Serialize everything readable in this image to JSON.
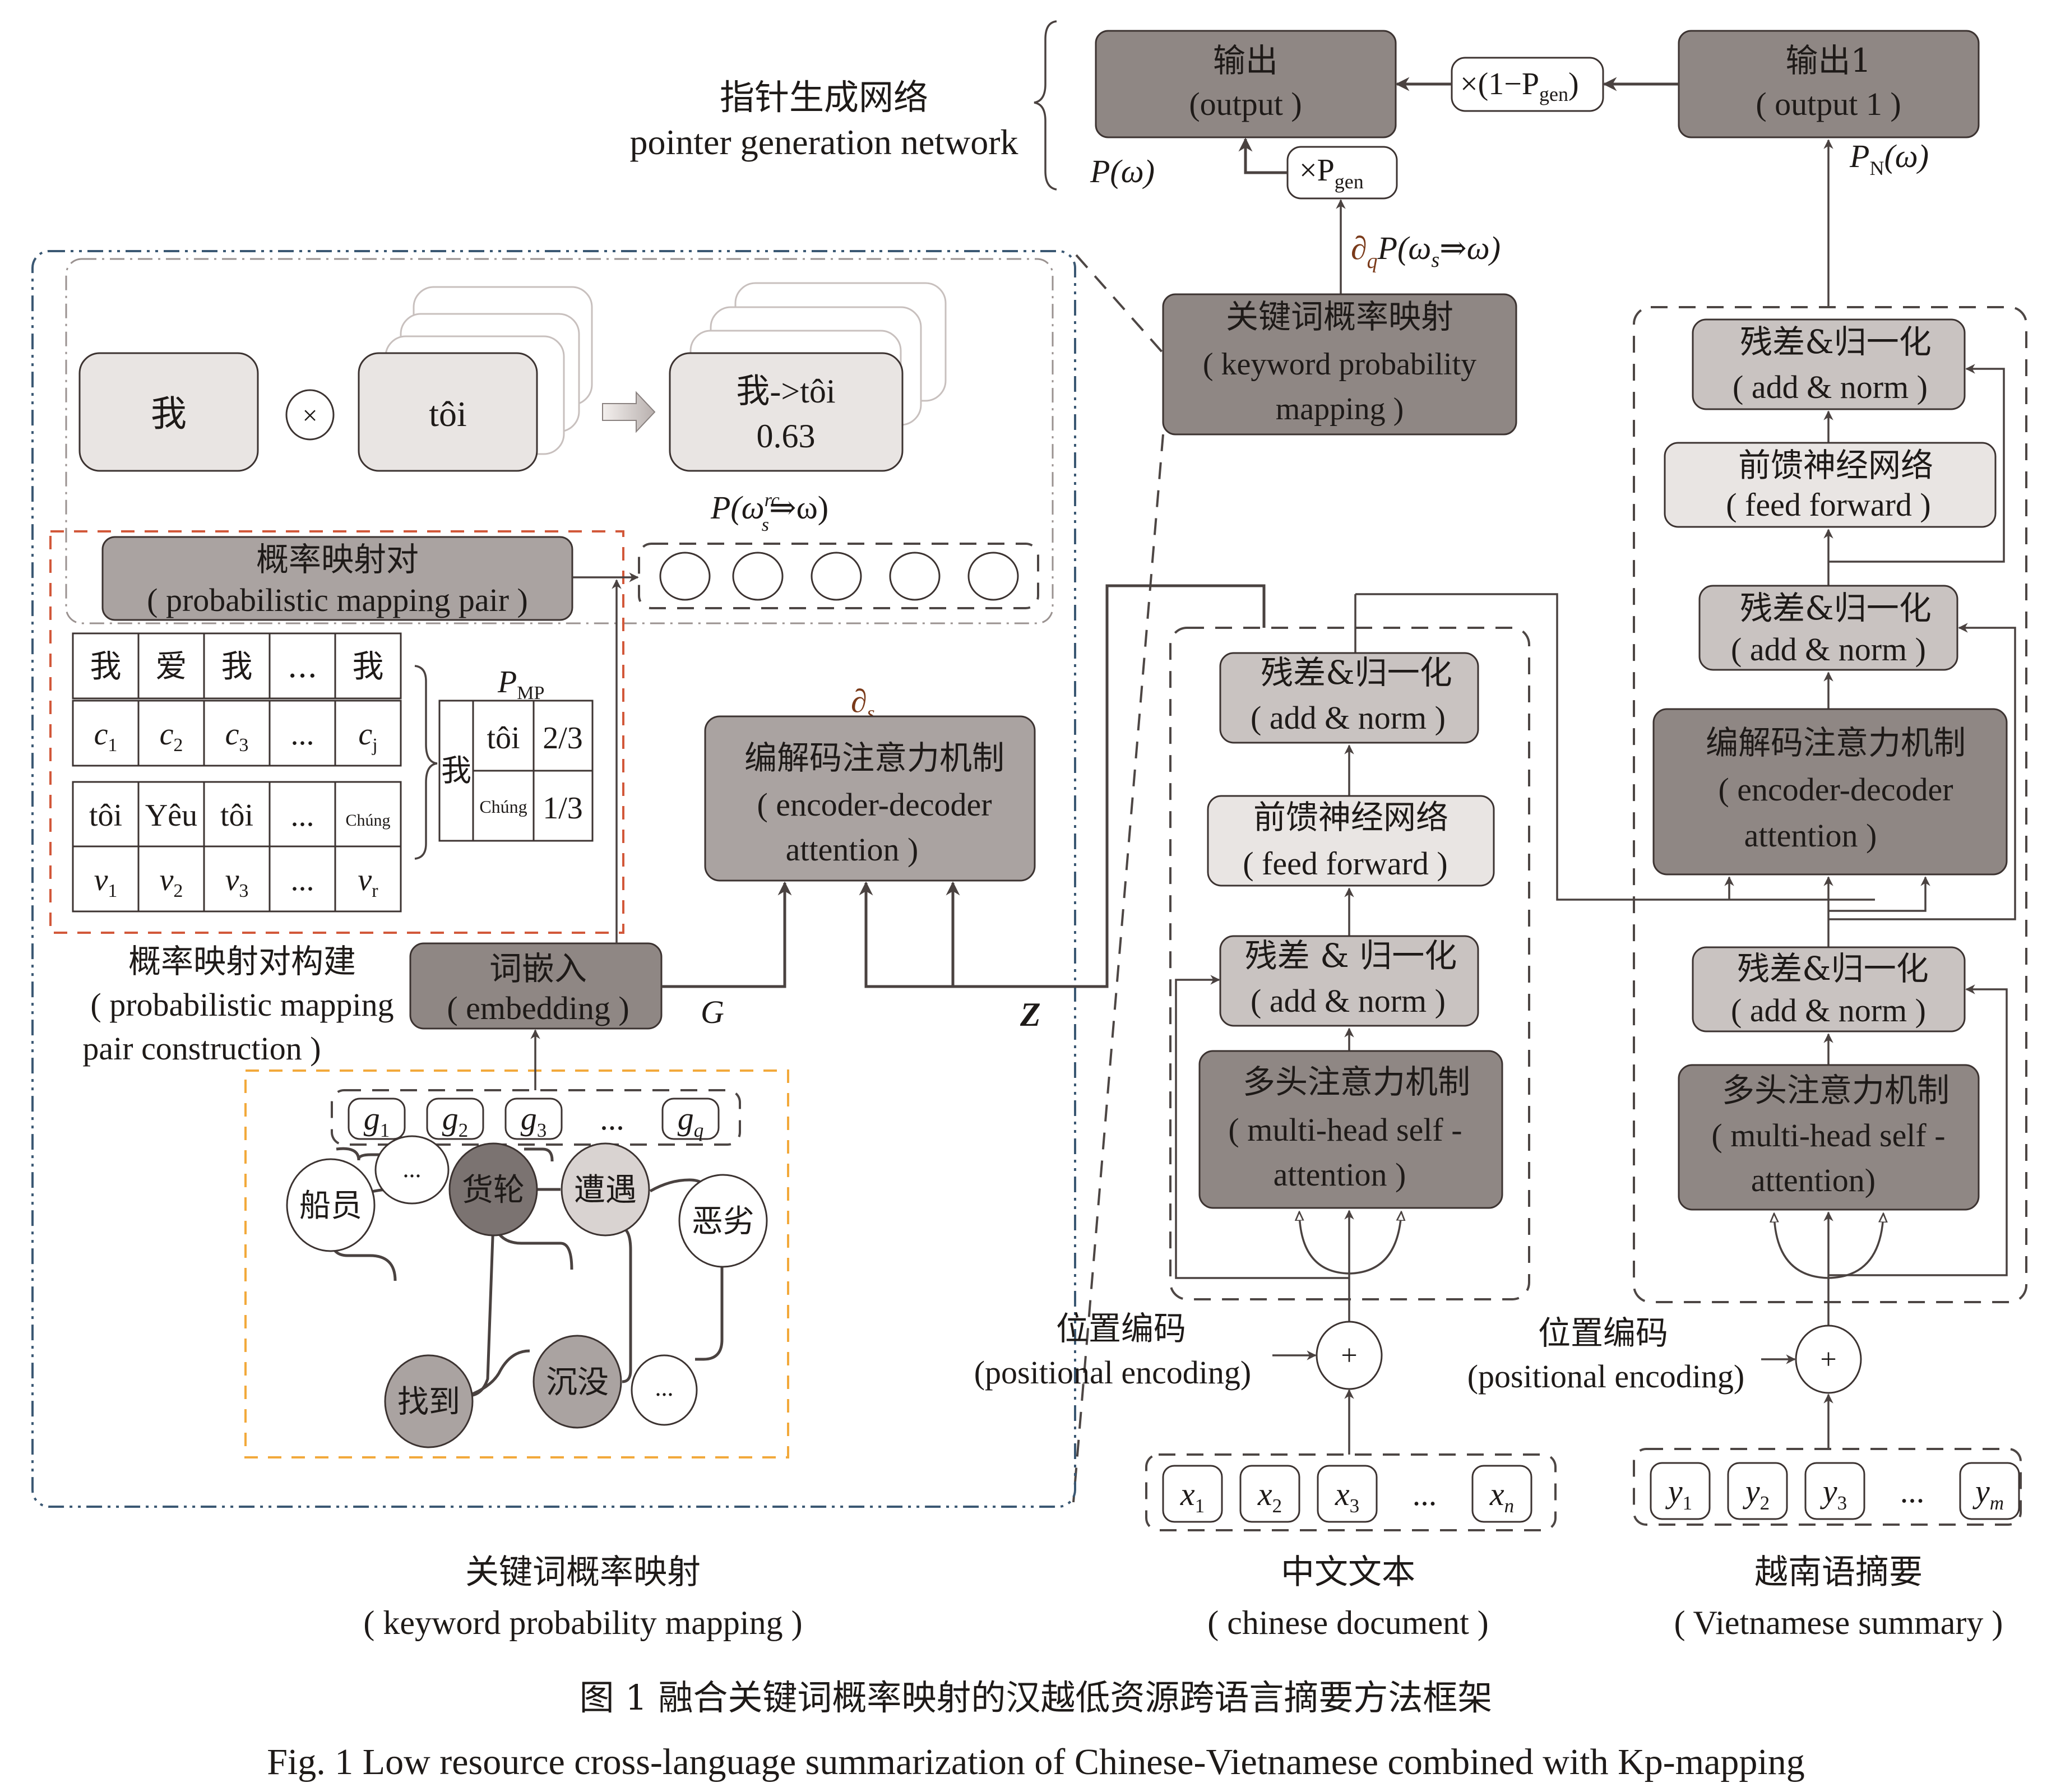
{
  "figure": {
    "caption_zh": "图 1   融合关键词概率映射的汉越低资源跨语言摘要方法框架",
    "caption_en": "Fig. 1  Low resource cross-language summarization of Chinese-Vietnamese combined with Kp-mapping"
  },
  "pointer_gen": {
    "title_zh": "指针生成网络",
    "title_en": "pointer generation network",
    "output_zh": "输出",
    "output_en": "(output )",
    "output1_zh": "输出1",
    "output1_en": "( output 1 )",
    "one_minus_pgen": "×(1−P",
    "pgen_sub": "gen",
    "close_paren": ")",
    "times_pgen": "×P",
    "p_omega": "P(ω)",
    "pn_omega_p": "P",
    "pn_omega_sub": "N",
    "pn_omega_rest": "(ω)",
    "dq_label": "∂",
    "dq_sub": "q",
    "dq_rest": "P(ω",
    "dq_s": "s",
    "dq_tail": "⇒ω)"
  },
  "kpm_box": {
    "zh": "关键词概率映射",
    "en1": "( keyword probability",
    "en2": "mapping )"
  },
  "left_panel": {
    "word_zh": "我",
    "times": "×",
    "word_vi": "tôi",
    "pair_line1": "我->tôi",
    "pair_line2": "0.63",
    "prob_label": "P(ω",
    "prob_sup": "rc",
    "prob_sub": "s",
    "prob_tail": "⇒ω)",
    "pmp_box_zh": "概率映射对",
    "pmp_box_en": "( probabilistic mapping pair )",
    "table_rows": [
      [
        "我",
        "爱",
        "我",
        "...",
        "我"
      ],
      [
        "c1",
        "c2",
        "c3",
        "...",
        "cj"
      ],
      [
        "tôi",
        "Yêu",
        "tôi",
        "...",
        "Chúng"
      ],
      [
        "v1",
        "v2",
        "v3",
        "...",
        "vr"
      ]
    ],
    "pmp_label": "P",
    "pmp_sub": "MP",
    "pmp_table": {
      "source": "我",
      "rows": [
        {
          "target": "tôi",
          "prob": "2/3"
        },
        {
          "target": "Chúng",
          "prob": "1/3"
        }
      ]
    },
    "construction_zh": "概率映射对构建",
    "construction_en1": "( probabilistic mapping",
    "construction_en2": "pair construction )",
    "embedding_zh": "词嵌入",
    "embedding_en": "( embedding )",
    "g_label": "G",
    "z_label": "Z",
    "ds_label": "∂",
    "ds_sub": "s",
    "enc_dec_zh": "编解码注意力机制",
    "enc_dec_en1": "( encoder-decoder",
    "enc_dec_en2": "attention )",
    "g_tokens": [
      "g1",
      "g2",
      "g3",
      "...",
      "gq"
    ],
    "graph_nodes": [
      "...",
      "货轮",
      "遭遇",
      "船员",
      "恶劣",
      "找到",
      "沉没",
      "..."
    ],
    "section_zh": "关键词概率映射",
    "section_en": "( keyword probability mapping )"
  },
  "encoder": {
    "addnorm_top_zh": "残差&归一化",
    "addnorm_top_en": "( add  & norm  )",
    "ff_zh": "前馈神经网络",
    "ff_en": "( feed forward  )",
    "addnorm_bot_zh": "残差 & 归一化",
    "addnorm_bot_en": "( add & norm  )",
    "mhsa_zh": "多头注意力机制",
    "mhsa_en1": "( multi-head self -",
    "mhsa_en2": "attention )",
    "pos_zh": "位置编码",
    "pos_en": "(positional encoding)",
    "plus": "+",
    "tokens": [
      "x1",
      "x2",
      "x3",
      "...",
      "xn"
    ],
    "section_zh": "中文文本",
    "section_en": "( chinese document )"
  },
  "decoder": {
    "addnorm3_zh": "残差&归一化",
    "addnorm3_en": "( add & norm )",
    "ff_zh": "前馈神经网络",
    "ff_en": "( feed forward )",
    "addnorm2_zh": "残差&归一化",
    "addnorm2_en": "( add & norm )",
    "enc_dec_zh": "编解码注意力机制",
    "enc_dec_en1": "( encoder-decoder",
    "enc_dec_en2": "attention )",
    "addnorm1_zh": "残差&归一化",
    "addnorm1_en": "( add & norm )",
    "mhsa_zh": "多头注意力机制",
    "mhsa_en1": "( multi-head self -",
    "mhsa_en2": "attention)",
    "pos_zh": "位置编码",
    "pos_en": "(positional encoding)",
    "plus": "+",
    "tokens": [
      "y1",
      "y2",
      "y3",
      "...",
      "ym"
    ],
    "section_zh": "越南语摘要",
    "section_en": "( Vietnamese summary )"
  }
}
